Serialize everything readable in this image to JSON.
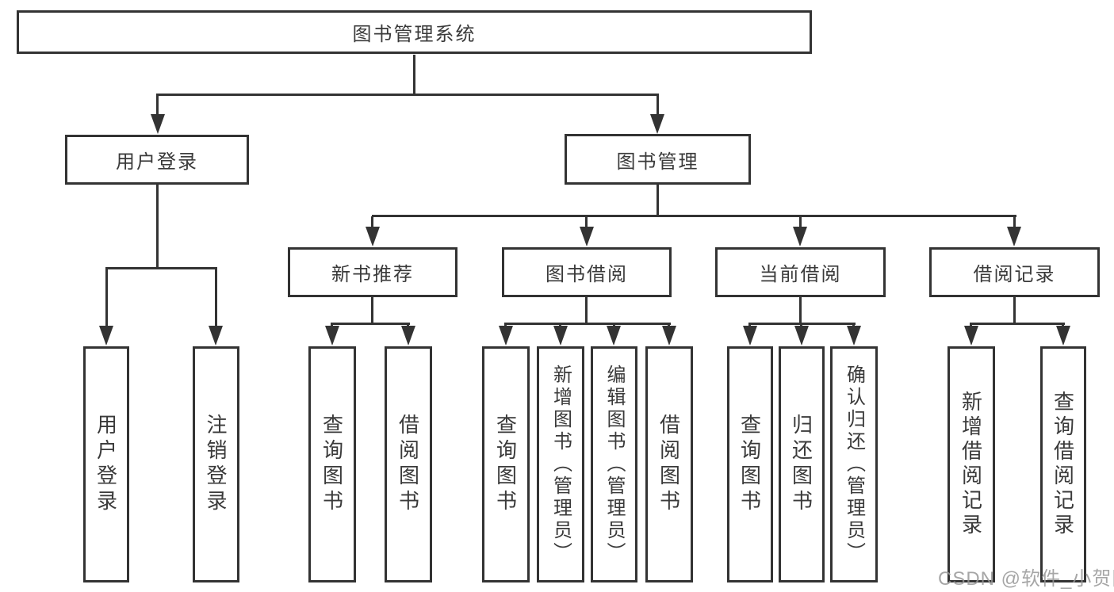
{
  "diagram": {
    "type": "tree",
    "root": {
      "label": "图书管理系统"
    },
    "level2": [
      {
        "label": "用户登录",
        "parent": "图书管理系统"
      },
      {
        "label": "图书管理",
        "parent": "图书管理系统"
      }
    ],
    "level3": [
      {
        "label": "新书推荐",
        "parent": "图书管理"
      },
      {
        "label": "图书借阅",
        "parent": "图书管理"
      },
      {
        "label": "当前借阅",
        "parent": "图书管理"
      },
      {
        "label": "借阅记录",
        "parent": "图书管理"
      }
    ],
    "leaves": [
      {
        "label": "用户登录",
        "parent": "用户登录"
      },
      {
        "label": "注销登录",
        "parent": "用户登录"
      },
      {
        "label": "查询图书",
        "parent": "新书推荐"
      },
      {
        "label": "借阅图书",
        "parent": "新书推荐"
      },
      {
        "label": "查询图书",
        "parent": "图书借阅"
      },
      {
        "label": "新增图书（管理员）",
        "parent": "图书借阅"
      },
      {
        "label": "编辑图书（管理员）",
        "parent": "图书借阅"
      },
      {
        "label": "借阅图书",
        "parent": "图书借阅"
      },
      {
        "label": "查询图书",
        "parent": "当前借阅"
      },
      {
        "label": "归还图书",
        "parent": "当前借阅"
      },
      {
        "label": "确认归还（管理员）",
        "parent": "当前借阅"
      },
      {
        "label": "新增借阅记录",
        "parent": "借阅记录"
      },
      {
        "label": "查询借阅记录",
        "parent": "借阅记录"
      }
    ]
  },
  "watermark": {
    "text": "CSDN @软件_小贺同学"
  },
  "colors": {
    "line": "#333333",
    "text": "#3a3a3a",
    "background": "#ffffff",
    "watermark": "#969696"
  }
}
